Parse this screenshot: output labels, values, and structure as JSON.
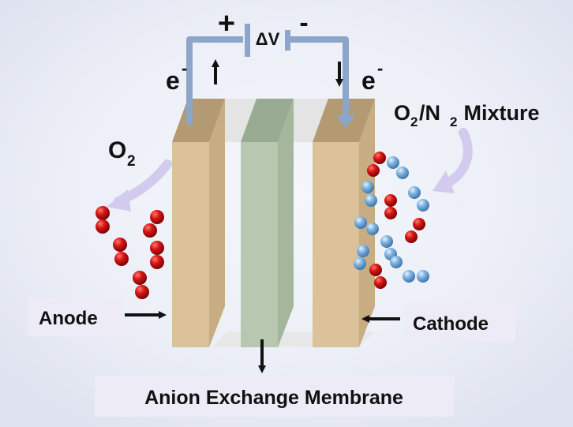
{
  "circuit": {
    "plus": "+",
    "minus": "-",
    "voltage": "ΔV",
    "electron_left": "e",
    "electron_right": "e",
    "electron_sup": "-"
  },
  "gases": {
    "o2_base": "O",
    "o2_sub": "2",
    "mixture_o": "O",
    "mixture_sub1": "2",
    "mixture_slash": "/N",
    "mixture_sub2": "2",
    "mixture_rest": " Mixture"
  },
  "labels": {
    "anode": "Anode",
    "cathode": "Cathode",
    "membrane": "Anion Exchange Membrane"
  },
  "colors": {
    "electrode": "#d7bf97",
    "membrane": "#b3c4ac",
    "oxygen": "#c61212",
    "nitrogen": "#6aa7dc",
    "wire": "#8fa7c8",
    "label_box": "#ecebf6",
    "curved_arrow": "#cfc6ec"
  }
}
